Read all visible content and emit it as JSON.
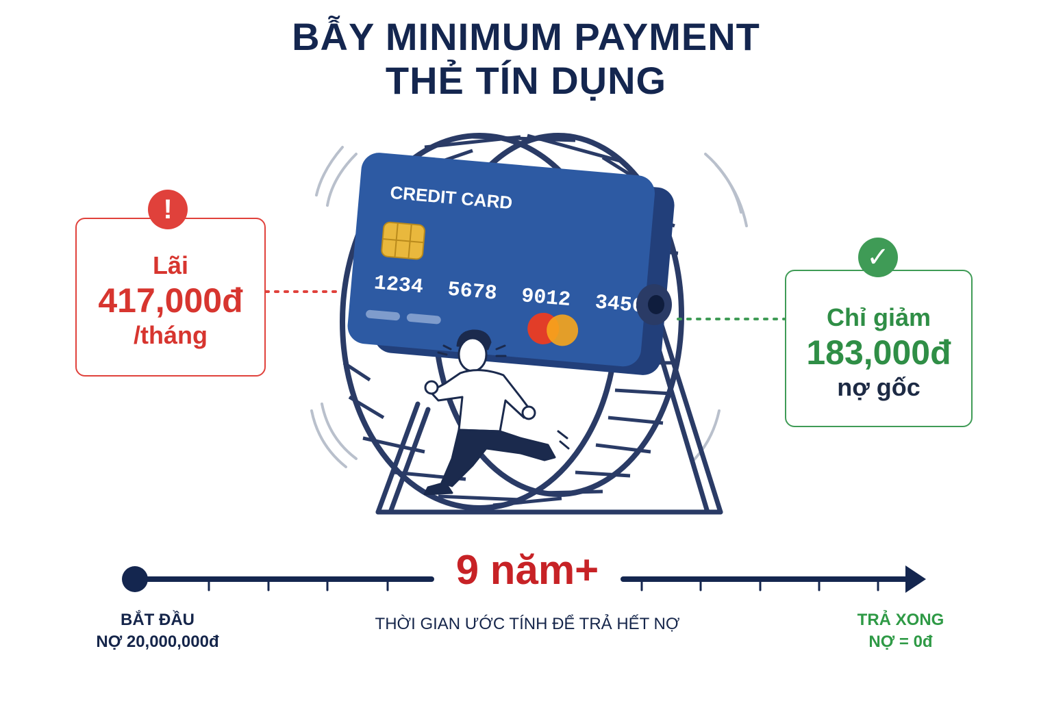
{
  "title": {
    "line1": "BẪY MINIMUM PAYMENT",
    "line2": "THẺ TÍN DỤNG"
  },
  "left_box": {
    "badge_symbol": "!",
    "line1": "Lãi",
    "line2": "417,000đ",
    "line3": "/tháng",
    "color": "#e0413b"
  },
  "right_box": {
    "badge_symbol": "✓",
    "line1": "Chỉ giảm",
    "line2": "183,000đ",
    "line3": "nợ gốc",
    "color": "#3f9b56"
  },
  "card": {
    "label": "CREDIT CARD",
    "number": "1234  5678  9012  3456"
  },
  "timeline": {
    "center_label": "9 năm+",
    "start_line1": "BẮT ĐẦU",
    "start_line2": "NỢ 20,000,000đ",
    "middle_label": "THỜI GIAN ƯỚC TÍNH ĐỂ TRẢ HẾT NỢ",
    "end_line1": "TRẢ XONG",
    "end_line2": "NỢ = 0đ"
  },
  "colors": {
    "navy": "#14264f",
    "card_blue": "#2b579f",
    "red": "#e0413b",
    "green": "#3f9b56"
  }
}
